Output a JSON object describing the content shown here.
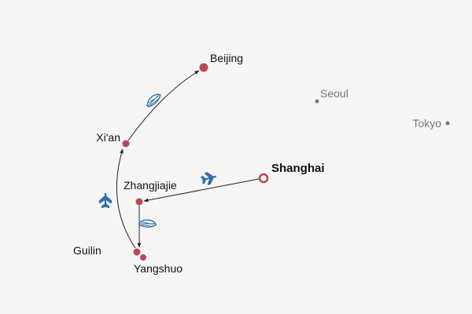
{
  "cities": {
    "beijing": "Beijing",
    "xian": "Xi'an",
    "shanghai": "Shanghai",
    "zhangjiajie": "Zhangjiajie",
    "guilin": "Guilin",
    "yangshuo": "Yangshuo",
    "seoul": "Seoul",
    "tokyo": "Tokyo"
  },
  "routes": [
    {
      "from": "Shanghai",
      "to": "Zhangjiajie",
      "mode": "plane-icon"
    },
    {
      "from": "Zhangjiajie",
      "to": "Guilin",
      "mode": "train-icon"
    },
    {
      "from": "Guilin",
      "to": "Xi'an",
      "mode": "plane-icon"
    },
    {
      "from": "Xi'an",
      "to": "Beijing",
      "mode": "train-icon"
    }
  ],
  "colors": {
    "stop": "#b5484f",
    "foreign": "#777777",
    "icon": "#2f6fa8",
    "background": "#f5f5f5"
  }
}
